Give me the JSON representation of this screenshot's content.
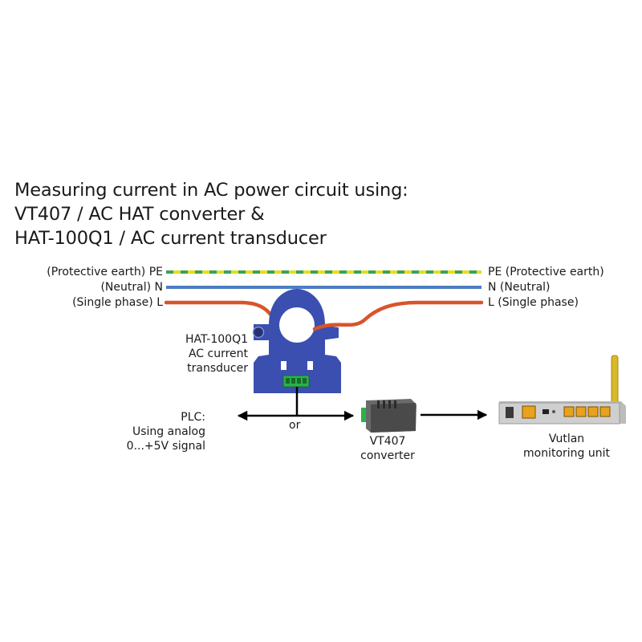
{
  "title": {
    "line1": "Measuring current in AC power circuit using:",
    "line2": "VT407 / AC HAT converter &",
    "line3": "HAT-100Q1 / AC current transducer"
  },
  "lines": {
    "pe_left": "(Protective earth) PE",
    "pe_right": "PE (Protective earth)",
    "n_left": "(Neutral) N",
    "n_right": "N (Neutral)",
    "l_left": "(Single phase) L",
    "l_right": "L (Single phase)"
  },
  "transducer": {
    "line1": "HAT-100Q1",
    "line2": "AC current",
    "line3": "transducer"
  },
  "plc": {
    "line1": "PLC:",
    "line2": "Using analog",
    "line3": "0...+5V signal"
  },
  "or_label": "or",
  "converter": {
    "line1": "VT407",
    "line2": "converter"
  },
  "monitor": {
    "line1": "Vutlan",
    "line2": "monitoring unit"
  },
  "colors": {
    "pe_yellow": "#e6dd1e",
    "pe_green": "#3aa35a",
    "neutral_blue": "#4d7fc2",
    "phase_red": "#d8542c",
    "transducer_blue": "#3a4fb0",
    "terminal_green": "#2bb14b",
    "converter_grey": "#5a5a5a",
    "unit_grey": "#c9c9c9",
    "port_orange": "#e9a21e",
    "antenna_yellow": "#d8b92a"
  }
}
